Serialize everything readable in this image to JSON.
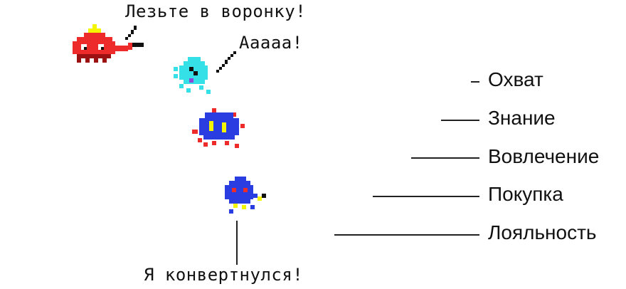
{
  "callouts": {
    "leader": "Лезьте в воронку!",
    "scream": "Ааааа!",
    "converted": "Я конвертнулся!"
  },
  "funnel": {
    "stages": [
      {
        "label": "Охват"
      },
      {
        "label": "Знание"
      },
      {
        "label": "Вовлечение"
      },
      {
        "label": "Покупка"
      },
      {
        "label": "Лояльность"
      }
    ]
  },
  "colors": {
    "red": "#ee2b2b",
    "dark_red": "#9c1212",
    "yellow": "#f5f500",
    "cyan": "#35e0e6",
    "blue": "#2a3de0",
    "purple": "#8a4ad8",
    "ink": "#111111"
  }
}
